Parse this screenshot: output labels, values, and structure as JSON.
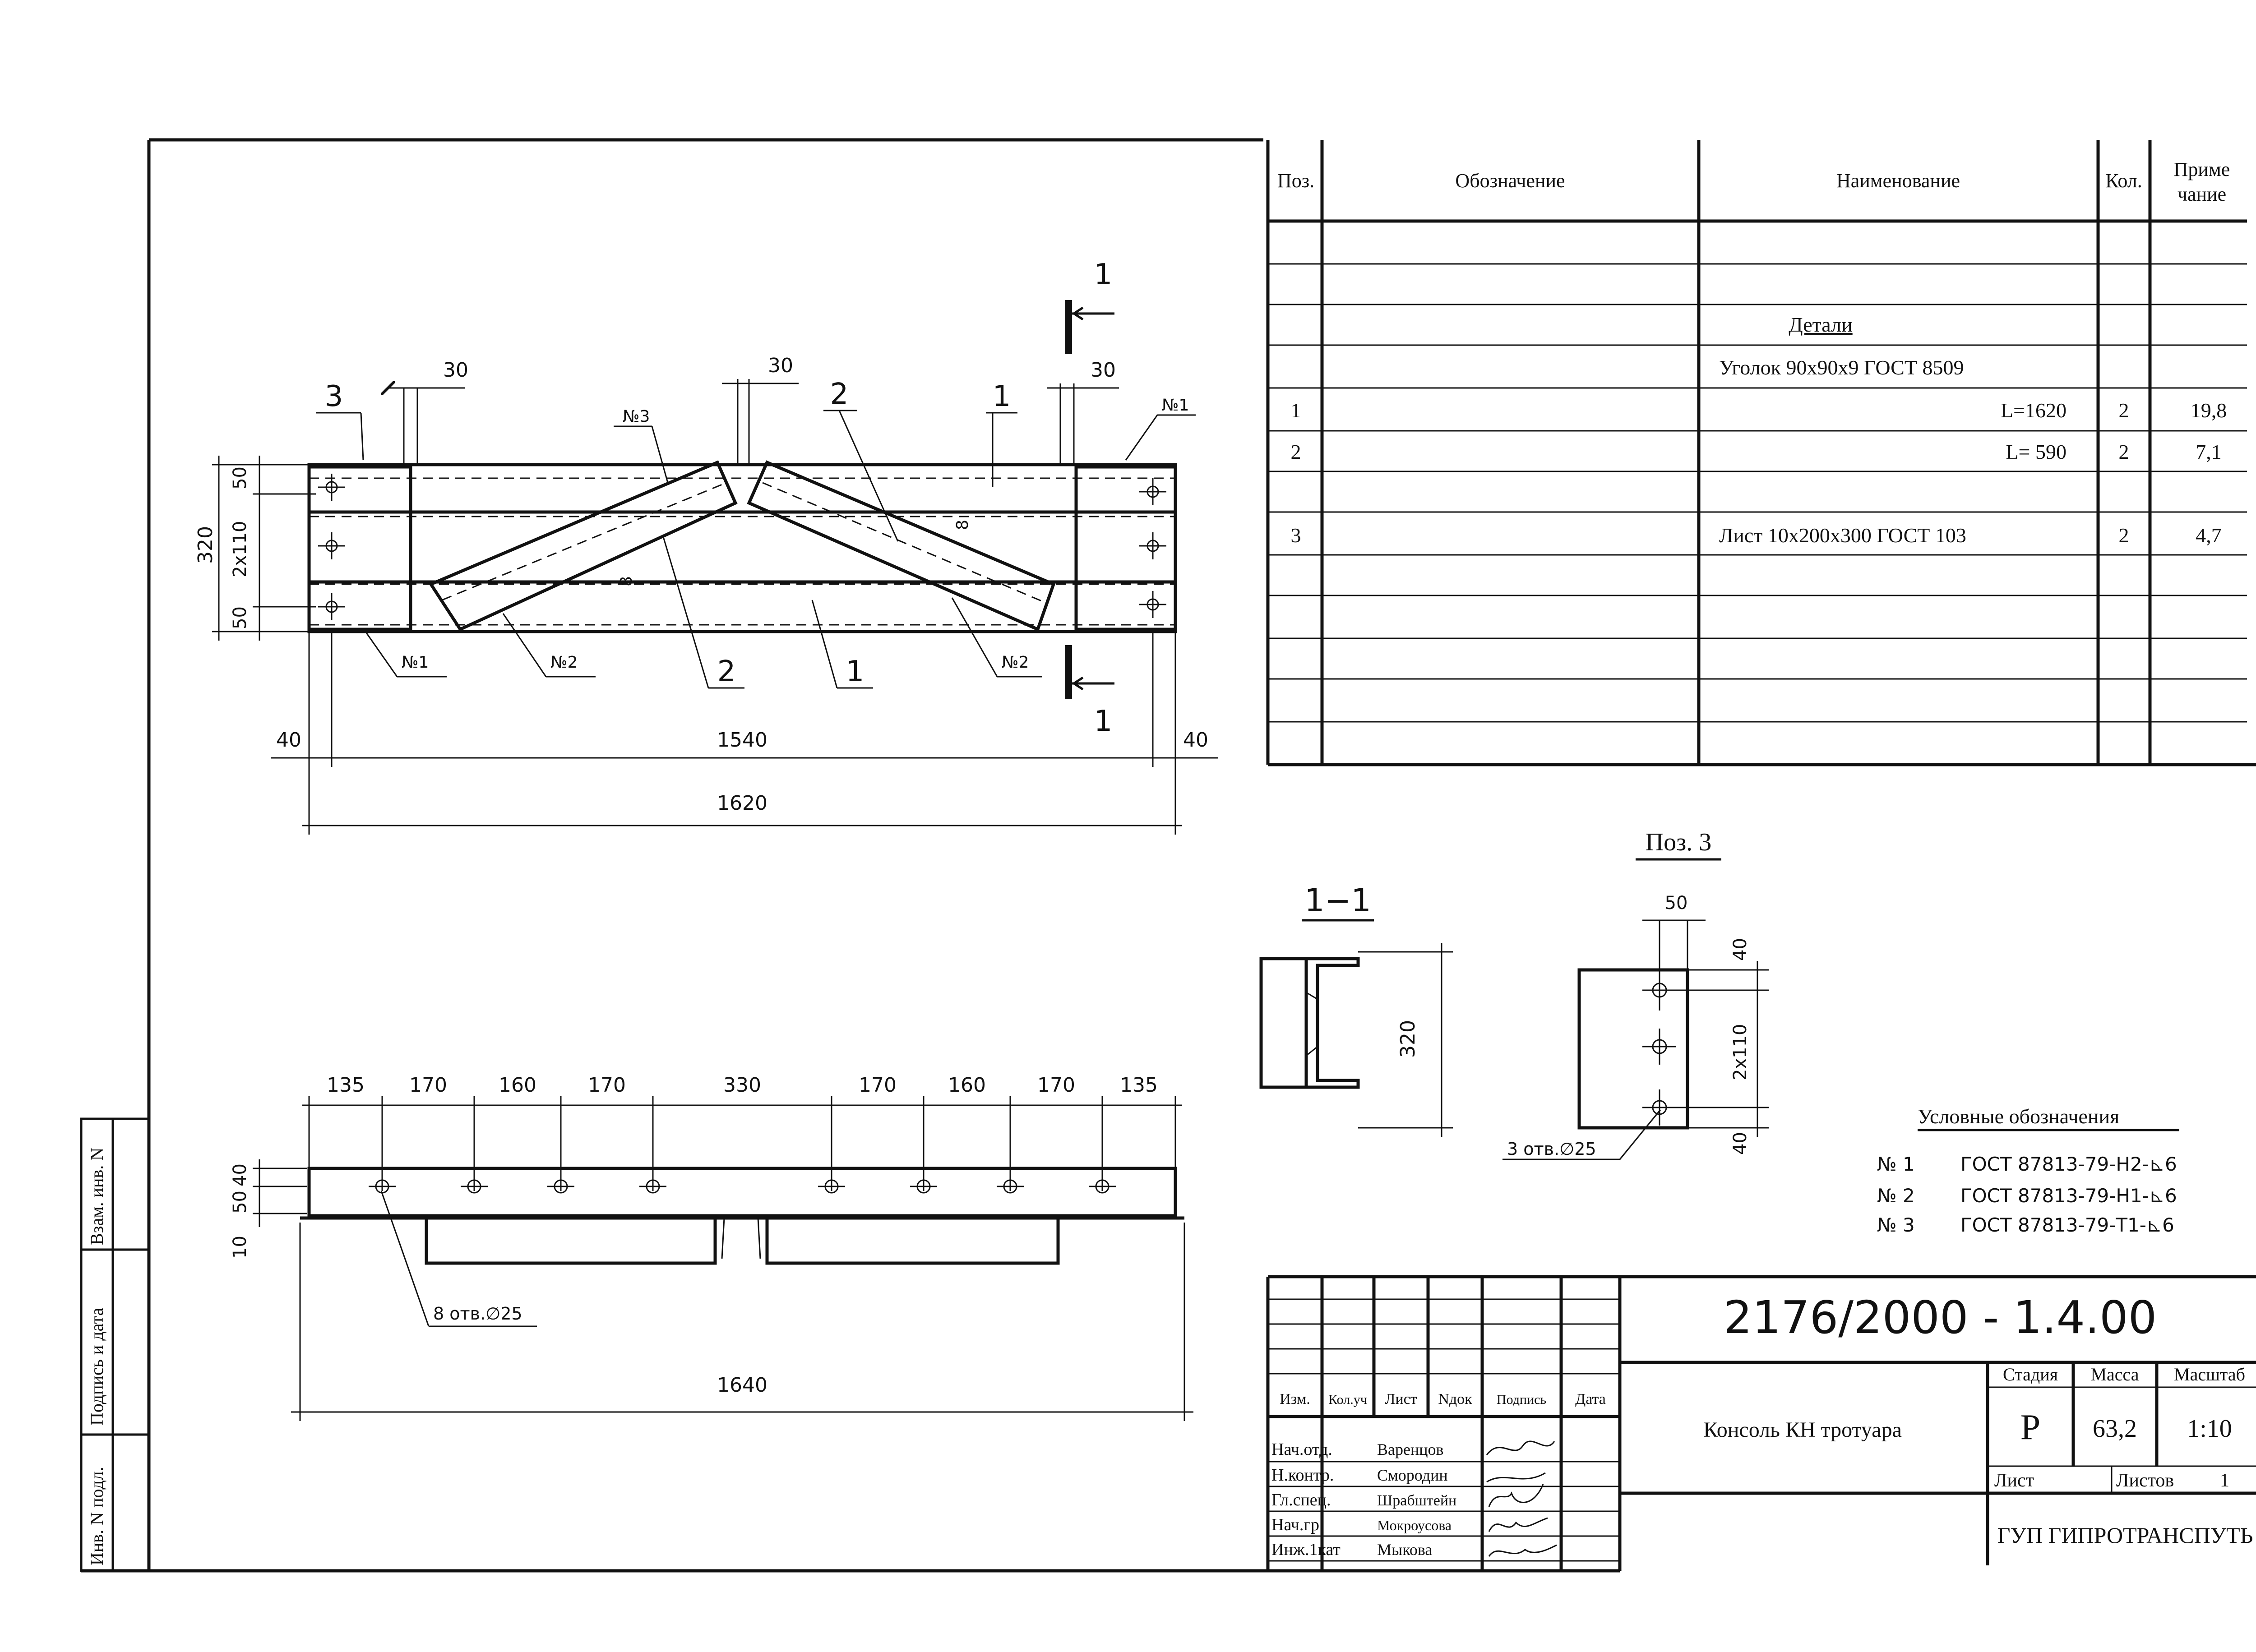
{
  "spec_table": {
    "headers": {
      "pos": "Поз.",
      "designation": "Обозначение",
      "name": "Наименование",
      "qty": "Кол.",
      "note": [
        "Приме",
        "чание"
      ]
    },
    "section_title": "Детали",
    "material": "Уголок 90х90х9 ГОСТ 8509",
    "rows": [
      {
        "pos": "1",
        "name": "L=1620",
        "qty": "2",
        "note": "19,8"
      },
      {
        "pos": "2",
        "name": "L= 590",
        "qty": "2",
        "note": "7,1"
      },
      {
        "pos": "3",
        "name": "Лист 10х200х300 ГОСТ 103",
        "qty": "2",
        "note": "4,7"
      }
    ]
  },
  "top_view": {
    "labels": {
      "part1": "1",
      "part2": "2",
      "part3": "3",
      "cut": "1",
      "w1": "№1",
      "w2": "№2",
      "w3": "№3",
      "eight": "8"
    },
    "dims": {
      "d30": "30",
      "d320": "320",
      "d50": "50",
      "d2x110": "2х110",
      "d40": "40",
      "d1540": "1540",
      "d1620": "1620"
    }
  },
  "bottom_view": {
    "dims": [
      "135",
      "170",
      "160",
      "170",
      "330",
      "170",
      "160",
      "170",
      "135"
    ],
    "dim_left": {
      "a": "10",
      "b": "50",
      "c": "40"
    },
    "holes": "8 отв.∅25",
    "length": "1640"
  },
  "section": {
    "title": "1−1",
    "dim": "320"
  },
  "pos3": {
    "title": "Поз. 3",
    "d50": "50",
    "d40": "40",
    "d2x110": "2х110",
    "holes": "3 отв.∅25"
  },
  "legend": {
    "title": "Условные обозначения",
    "items": [
      {
        "num": "№ 1",
        "text": "ГОСТ 87813-79-Н2-⊾6"
      },
      {
        "num": "№ 2",
        "text": "ГОСТ 87813-79-Н1-⊾6"
      },
      {
        "num": "№ 3",
        "text": "ГОСТ 87813-79-Т1-⊾6"
      }
    ]
  },
  "title_block": {
    "doc_code": "2176/2000 - 1.4.00",
    "heads": {
      "izm": "Изм.",
      "kol": "Кол.уч",
      "list": "Лист",
      "ndok": "Nдок",
      "podp": "Подпись",
      "data": "Дата"
    },
    "title": "Консоль КН тротуара",
    "stage_label": "Стадия",
    "mass_label": "Масса",
    "scale_label": "Масштаб",
    "stage": "Р",
    "mass": "63,2",
    "scale": "1:10",
    "sheet_label": "Лист",
    "sheets_label": "Листов",
    "sheets": "1",
    "org": "ГУП ГИПРОТРАНСПУТЬ",
    "people": [
      {
        "role": "Нач.отд.",
        "name": "Варенцов"
      },
      {
        "role": "Н.контр.",
        "name": "Смородин"
      },
      {
        "role": "Гл.спец.",
        "name": "Шрабштейн"
      },
      {
        "role": "Нач.гр.",
        "name": "Мокроусова"
      },
      {
        "role": "Инж.1кат",
        "name": "Мыкова"
      }
    ]
  },
  "side_stamp": {
    "a": "Инв. N подл.",
    "b": "Подпись и дата",
    "c": "Взам. инв. N"
  }
}
